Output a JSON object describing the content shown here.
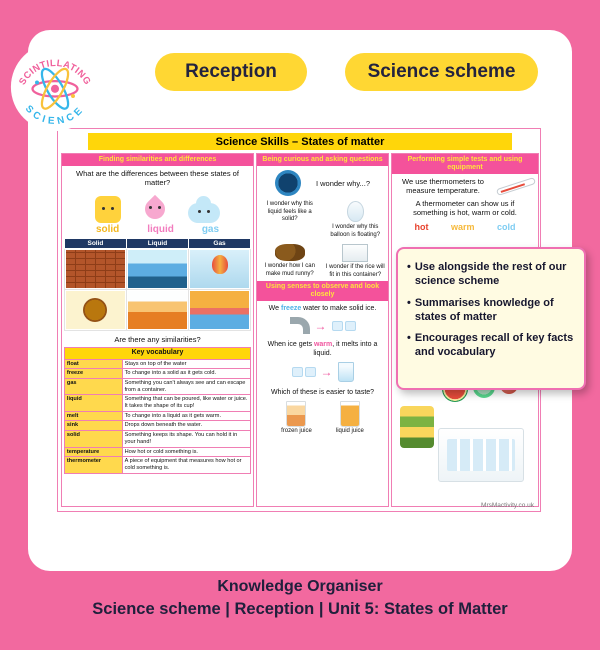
{
  "colors": {
    "page_pink": "#f2699f",
    "pill_yellow": "#ffd733",
    "section_pink": "#f4529b",
    "section_yellow_text": "#ffe43c",
    "title_yellow": "#ffd60a",
    "table_navy": "#1f3864"
  },
  "icons": {
    "bullet": "•",
    "arrow_right": "→"
  },
  "header": {
    "logo_top": "SCINTILLATING",
    "logo_bottom": "SCIENCE",
    "pill_left": "Reception",
    "pill_right": "Science scheme"
  },
  "doc": {
    "title": "Science Skills – States of matter",
    "credit": "MrsMactivity.co.uk",
    "col1": {
      "header": "Finding similarities and differences",
      "question": "What are the differences between these states of matter?",
      "labels": [
        "solid",
        "liquid",
        "gas"
      ],
      "table_headers": [
        "Solid",
        "Liquid",
        "Gas"
      ],
      "similarities": "Are there any similarities?",
      "vocab_title": "Key vocabulary",
      "vocab": [
        {
          "term": "float",
          "def": "Stays on top of the water"
        },
        {
          "term": "freeze",
          "def": "To change into a solid as it gets cold."
        },
        {
          "term": "gas",
          "def": "Something you can't always see and can escape from a container."
        },
        {
          "term": "liquid",
          "def": "Something that can be poured, like water or juice. It takes the shape of its cup!"
        },
        {
          "term": "melt",
          "def": "To change into a liquid as it gets warm."
        },
        {
          "term": "sink",
          "def": "Drops down beneath the water."
        },
        {
          "term": "solid",
          "def": "Something keeps its shape. You can hold it in your hand!"
        },
        {
          "term": "temperature",
          "def": "How hot or cold something is."
        },
        {
          "term": "thermometer",
          "def": "A piece of equipment that measures how hot or cold something is."
        }
      ]
    },
    "col2": {
      "header": "Being curious and asking questions",
      "wonder_intro": "I wonder why...?",
      "wonders": [
        "I wonder why this liquid feels like a solid?",
        "I wonder why this balloon is floating?",
        "I wonder how I can make mud runny?",
        "I wonder if the rice will fit in this container?"
      ],
      "senses_header": "Using senses to observe and look closely",
      "freeze_pre": "We ",
      "freeze_word": "freeze",
      "freeze_post": " water to make solid ice.",
      "warm_pre": "When ice gets ",
      "warm_word": "warm",
      "warm_post": ", it melts into a liquid.",
      "taste_q": "Which of these is easier to taste?",
      "taste_labels": [
        "frozen juice",
        "liquid juice"
      ]
    },
    "col3": {
      "header": "Performing simple tests and using equipment",
      "text1": "We use thermometers to measure temperature.",
      "text2": "A thermometer can show us if something is hot, warm or cold.",
      "temp_labels": [
        "hot",
        "warm",
        "cold"
      ]
    }
  },
  "callout": {
    "bullets": [
      "Use alongside the rest of our science scheme",
      "Summarises knowledge of states of matter",
      "Encourages recall of key facts and vocabulary"
    ]
  },
  "footer": {
    "line1": "Knowledge Organiser",
    "line2": "Science scheme | Reception | Unit 5: States of Matter"
  }
}
